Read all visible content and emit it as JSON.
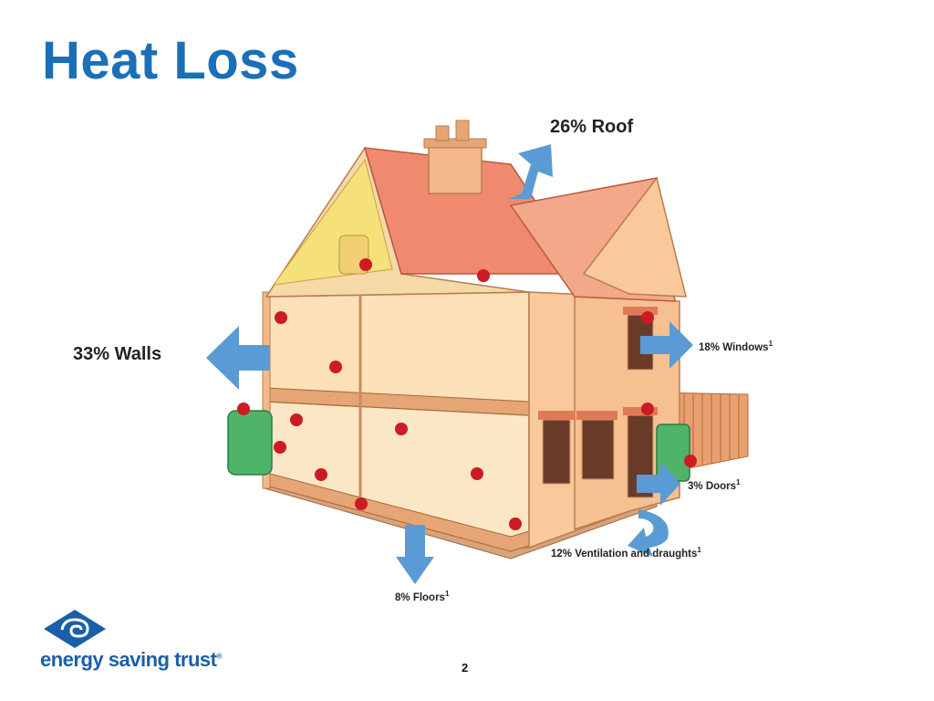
{
  "slide": {
    "title": "Heat Loss",
    "page_number": "2",
    "colors": {
      "title": "#1b6fb8",
      "arrow": "#5b9bd5",
      "hotspot": "#cc1b24",
      "roof": "#f08a6e",
      "wall": "#f9c99b",
      "logo": "#1b5fa8"
    }
  },
  "labels": {
    "roof": "26% Roof",
    "walls": "33% Walls",
    "windows": "18% Windows",
    "windows_note": "1",
    "doors": "3% Doors",
    "doors_note": "1",
    "ventilation": "12% Ventilation and draughts",
    "ventilation_note": "1",
    "floors": "8% Floors",
    "floors_note": "1"
  },
  "logo": {
    "text": "energy saving trust",
    "mark": "®",
    "icon": "swirl-icon"
  }
}
